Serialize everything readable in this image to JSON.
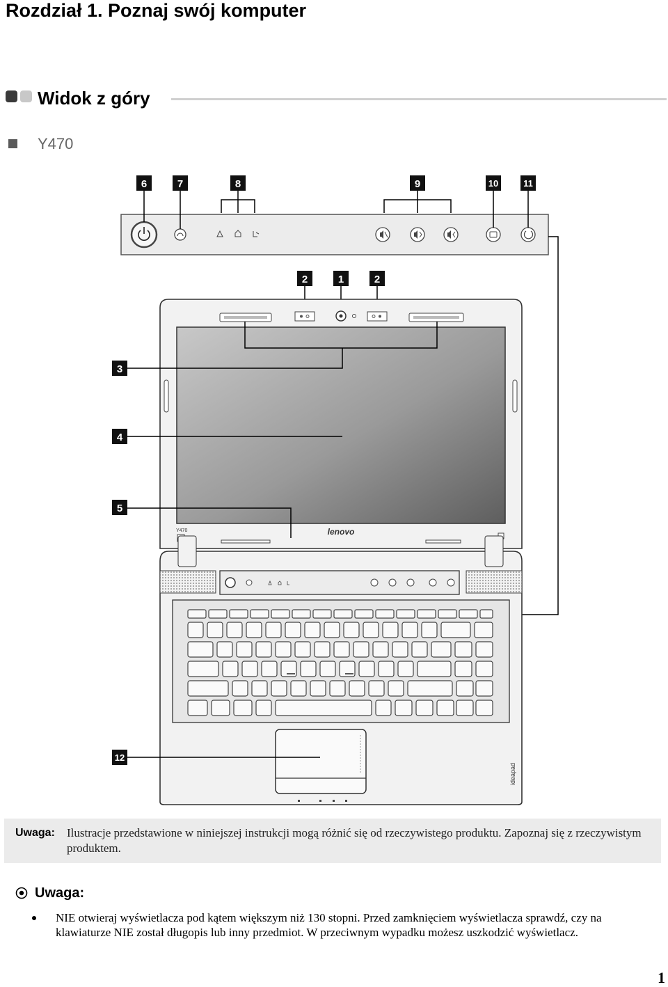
{
  "header": {
    "chapter_title": "Rozdział 1. Poznaj swój komputer"
  },
  "section": {
    "title": "Widok z góry",
    "model": "Y470"
  },
  "figure": {
    "callouts": {
      "power_row": [
        "6",
        "7",
        "8",
        "9",
        "10",
        "11"
      ],
      "lid_top": [
        "2",
        "1",
        "2"
      ],
      "side": [
        "3",
        "4",
        "5",
        "12"
      ]
    },
    "model_label": "Y470",
    "logo_text": "lenovo",
    "palmrest_brand": "ideapad"
  },
  "note_box": {
    "label": "Uwaga:",
    "text": "Ilustracje przedstawione w niniejszej instrukcji mogą różnić się od rzeczywistego produktu. Zapoznaj się z rzeczywistym produktem."
  },
  "attention": {
    "title": "Uwaga:",
    "items": [
      "NIE otwieraj wyświetlacza pod kątem większym niż 130 stopni. Przed zamknięciem wyświetlacza sprawdź, czy na klawiaturze NIE został długopis lub inny przedmiot. W przeciwnym wypadku możesz uszkodzić wyświetlacz."
    ]
  },
  "footer": {
    "page_number": "1"
  }
}
